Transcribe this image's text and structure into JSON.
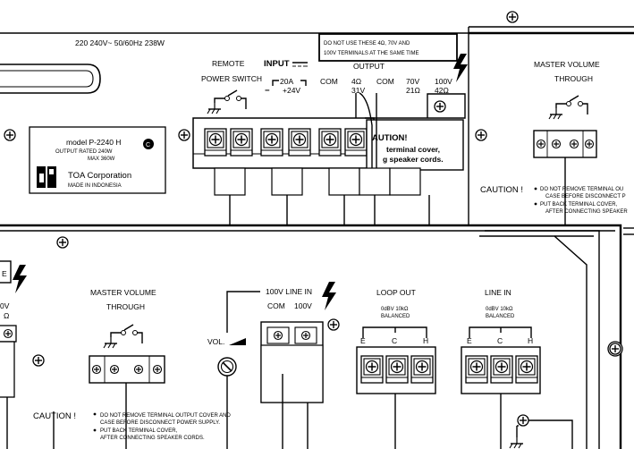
{
  "top": {
    "power_rating": "220 240V~ 50/60Hz 238W",
    "warning_line1": "DO NOT USE THESE 4Ω, 70V AND",
    "warning_line2": "100V TERMINALS AT THE SAME TIME",
    "remote_label": "REMOTE",
    "power_switch_label": "POWER SWITCH",
    "input_label": "INPUT",
    "input_voltage": "20A",
    "input_plus": "+24V",
    "input_minus": "−",
    "output_label": "OUTPUT",
    "com1": "COM",
    "ohm4": "4Ω",
    "ohm4_sub": "31V",
    "com2": "COM",
    "v70": "70V",
    "v70_sub": "21Ω",
    "v100": "100V",
    "v100_sub": "42Ω",
    "caution_cover_title": "AUTION!",
    "caution_cover_line1": "terminal cover,",
    "caution_cover_line2": "g speaker cords.",
    "master_volume": "MASTER VOLUME",
    "through": "THROUGH",
    "caution_title": "CAUTION !",
    "caution_line1": "DO NOT REMOVE TERMINAL OU",
    "caution_line2": "CASE BEFORE DISCONNECT P",
    "caution_line3": "PUT BACK TERMINAL COVER,",
    "caution_line4": "AFTER CONNECTING SPEAKER"
  },
  "label_plate": {
    "model": "model P-2240 H",
    "output_rated": "OUTPUT RATED  240W",
    "max": "MAX    360W",
    "corporation": "TOA Corporation",
    "made_in": "MADE IN INDONESIA",
    "logo_text": "TOA"
  },
  "bottom": {
    "left_fragment_v": "0V",
    "left_fragment_ohm": "Ω",
    "left_fragment_e": "E",
    "master_volume": "MASTER VOLUME",
    "through": "THROUGH",
    "caution_title": "CAUTION !",
    "caution_line1": "DO NOT REMOVE TERMINAL OUTPUT COVER AND",
    "caution_line2": "CASE BEFORE DISCONNECT POWER SUPPLY.",
    "caution_line3": "PUT BACK TERMINAL COVER,",
    "caution_line4": "AFTER CONNECTING SPEAKER CORDS.",
    "vol_label": "VOL.",
    "line_in_100v": "100V LINE IN",
    "com": "COM",
    "v100": "100V",
    "loop_out": "LOOP OUT",
    "loop_out_spec1": "0dBV 10kΩ",
    "loop_out_spec2": "BALANCED",
    "line_in": "LINE IN",
    "line_in_spec1": "0dBV 10kΩ",
    "line_in_spec2": "BALANCED",
    "terminal_e": "E",
    "terminal_c": "C",
    "terminal_h": "H"
  }
}
